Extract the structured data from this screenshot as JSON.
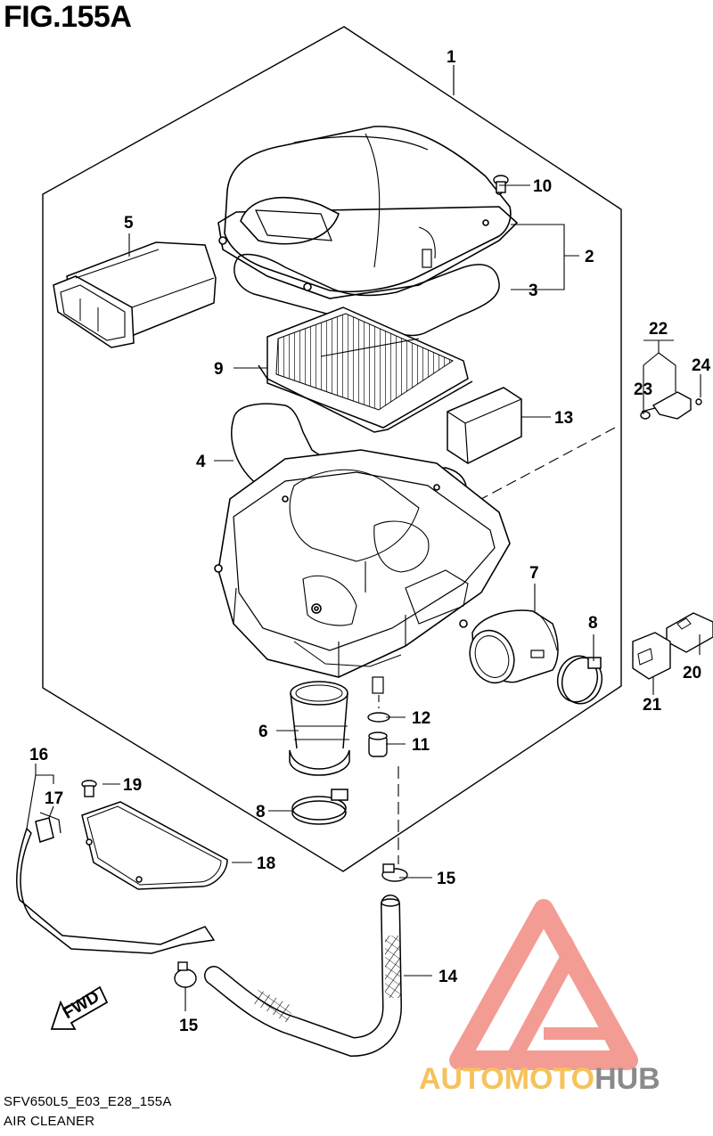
{
  "figure": {
    "title": "FIG.155A",
    "code": "SFV650L5_E03_E28_155A",
    "name": "AIR CLEANER"
  },
  "fwd_label": "FWD",
  "watermark": {
    "brand_part1": "AUTOMOTO",
    "brand_part2": "HUB",
    "color_primary": "#f28b82",
    "color_secondary": "#f6c25b",
    "color_text_dark": "#8a8a8a"
  },
  "callouts": {
    "c1": "1",
    "c2": "2",
    "c3": "3",
    "c4": "4",
    "c5": "5",
    "c6": "6",
    "c7": "7",
    "c8a": "8",
    "c8b": "8",
    "c9": "9",
    "c10": "10",
    "c11": "11",
    "c12": "12",
    "c13": "13",
    "c14": "14",
    "c15a": "15",
    "c15b": "15",
    "c16": "16",
    "c17": "17",
    "c18": "18",
    "c19": "19",
    "c20": "20",
    "c21": "21",
    "c22": "22",
    "c23": "23",
    "c24": "24"
  }
}
